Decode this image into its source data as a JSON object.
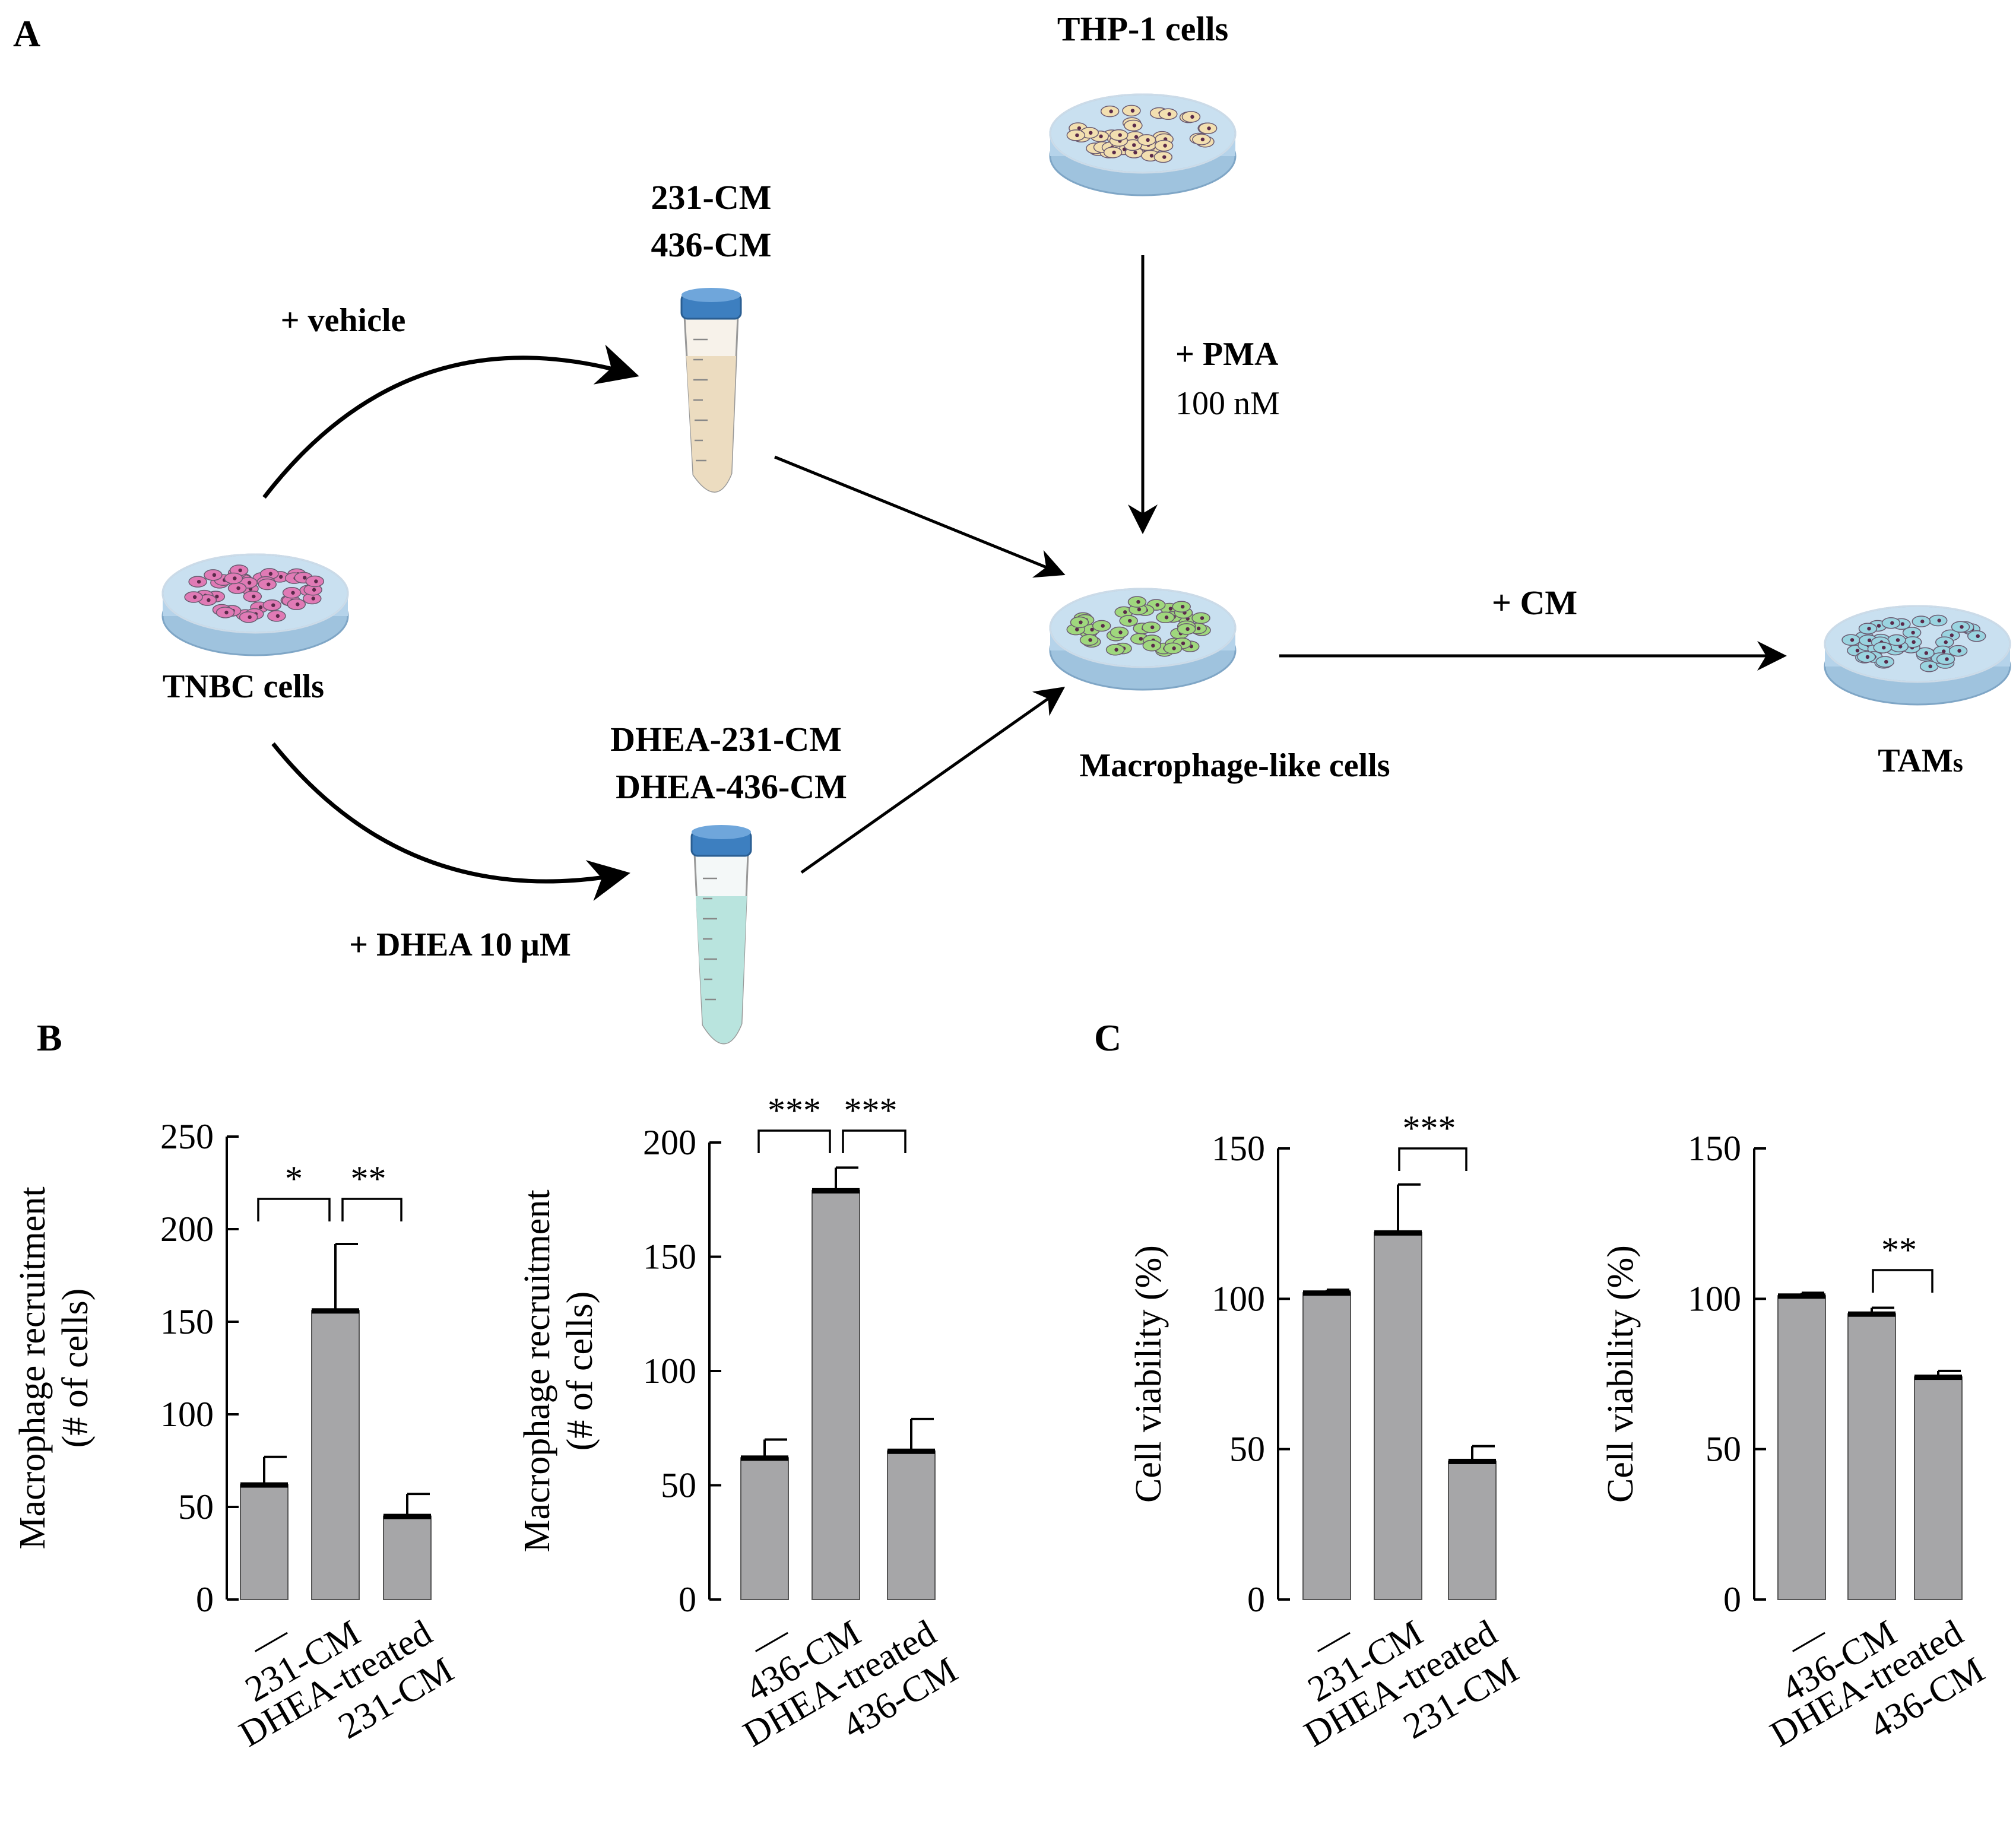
{
  "panels": {
    "a": "A",
    "b": "B",
    "c": "C"
  },
  "schematic": {
    "thp1": "THP-1 cells",
    "cm_top_1": "231-CM",
    "cm_top_2": "436-CM",
    "vehicle": "+ vehicle",
    "pma": "+ PMA",
    "pma_conc": "100 nM",
    "tnbc": "TNBC cells",
    "cm_bottom_1": "DHEA-231-CM",
    "cm_bottom_2": "DHEA-436-CM",
    "dhea": "+ DHEA 10 µM",
    "macrophage": "Macrophage-like cells",
    "plus_cm": "+ CM",
    "tams_main": "TAM",
    "tams_suffix": "s"
  },
  "colors": {
    "bar_fill": "#a6a6a8",
    "bar_top": "#000000",
    "tnbc_cells": "#e07ab5",
    "thp1_cells": "#f2dfb0",
    "macrophage_cells": "#9fd77d",
    "tam_cells": "#9ad4e0",
    "dish": "#c9e0f0",
    "tube_top_fill": "#ecdcc0",
    "tube_bottom_fill": "#b9e4de",
    "tube_cap": "#3d7fc0"
  },
  "chart_data": [
    {
      "type": "bar",
      "categories": [
        [
          "—"
        ],
        [
          "231-CM"
        ],
        [
          "DHEA-treated",
          "231-CM"
        ]
      ],
      "values": [
        62,
        156,
        45
      ],
      "errors": [
        15,
        36,
        12
      ],
      "ylabel": [
        "Macrophage recruitment",
        "(# of cells)"
      ],
      "ylim": [
        0,
        250
      ],
      "yticks": [
        0,
        50,
        100,
        150,
        200,
        250
      ],
      "significance": [
        {
          "from": 0,
          "to": 1,
          "label": "*"
        },
        {
          "from": 1,
          "to": 2,
          "label": "**"
        }
      ]
    },
    {
      "type": "bar",
      "categories": [
        [
          "—"
        ],
        [
          "436-CM"
        ],
        [
          "DHEA-treated",
          "436-CM"
        ]
      ],
      "values": [
        62,
        179,
        65
      ],
      "errors": [
        8,
        10,
        14
      ],
      "ylabel": [
        "Macrophage recruitment",
        "(# of cells)"
      ],
      "ylim": [
        0,
        200
      ],
      "yticks": [
        0,
        50,
        100,
        150,
        200
      ],
      "significance": [
        {
          "from": 0,
          "to": 1,
          "label": "***"
        },
        {
          "from": 1,
          "to": 2,
          "label": "***"
        }
      ]
    },
    {
      "type": "bar",
      "categories": [
        [
          "—"
        ],
        [
          "231-CM"
        ],
        [
          "DHEA-treated",
          "231-CM"
        ]
      ],
      "values": [
        102,
        122,
        46
      ],
      "errors": [
        1,
        16,
        5
      ],
      "ylabel": [
        "Cell viability  (%)"
      ],
      "ylim": [
        0,
        150
      ],
      "yticks": [
        0,
        50,
        100,
        150
      ],
      "significance": [
        {
          "from": 1,
          "to": 2,
          "label": "***"
        }
      ]
    },
    {
      "type": "bar",
      "categories": [
        [
          "—"
        ],
        [
          "436-CM"
        ],
        [
          "DHEA-treated",
          "436-CM"
        ]
      ],
      "values": [
        101,
        95,
        74
      ],
      "errors": [
        1,
        2,
        2
      ],
      "ylabel": [
        "Cell viability  (%)"
      ],
      "ylim": [
        0,
        150
      ],
      "yticks": [
        0,
        50,
        100,
        150
      ],
      "significance": [
        {
          "from": 1,
          "to": 2,
          "label": "**"
        }
      ]
    }
  ]
}
